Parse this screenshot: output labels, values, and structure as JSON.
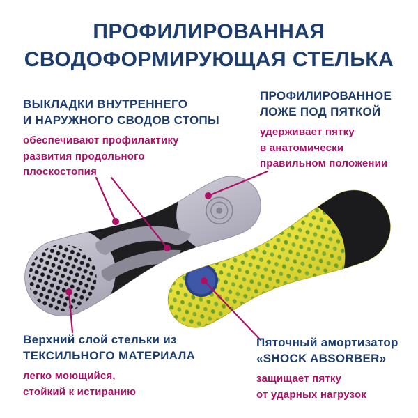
{
  "title": {
    "line1": "ПРОФИЛИРОВАННАЯ",
    "line2": "СВОДОФОРМИРУЮЩАЯ СТЕЛЬКА"
  },
  "annotations": {
    "arch_pads": {
      "heading": [
        "ВЫКЛАДКИ ВНУТРЕННЕГО",
        "И НАРУЖНОГО СВОДОВ СТОПЫ"
      ],
      "note": [
        "обеспечивают профилактику",
        "развития продольного",
        "плоскостопия"
      ]
    },
    "heel_seat": {
      "heading": [
        "ПРОФИЛИРОВАННОЕ",
        "ЛОЖЕ ПОД ПЯТКОЙ"
      ],
      "note": [
        "удерживает пятку",
        "в анатомически",
        "правильном положении"
      ]
    },
    "textile_layer": {
      "heading": [
        "Верхний слой стельки из",
        "ТЕКСИЛЬНОГО МАТЕРИАЛА"
      ],
      "note": [
        "легко моющийся,",
        "стойкий к истиранию"
      ]
    },
    "shock_absorber": {
      "heading": [
        "Пяточный амортизатор",
        "«SHOCK ABSORBER»"
      ],
      "note": [
        "защищает пятку",
        "от ударных нагрузок"
      ]
    }
  },
  "colors": {
    "heading_blue": "#1d3d6e",
    "accent_magenta": "#ad0f66",
    "insole_top_gray": "#bcb9c6",
    "insole_bottom_yellow": "#e3dc3a",
    "dots_green": "#6da12d",
    "shock_disc_blue": "#3e57a6",
    "black_parts": "#1b1b1e",
    "background": "#ffffff"
  }
}
